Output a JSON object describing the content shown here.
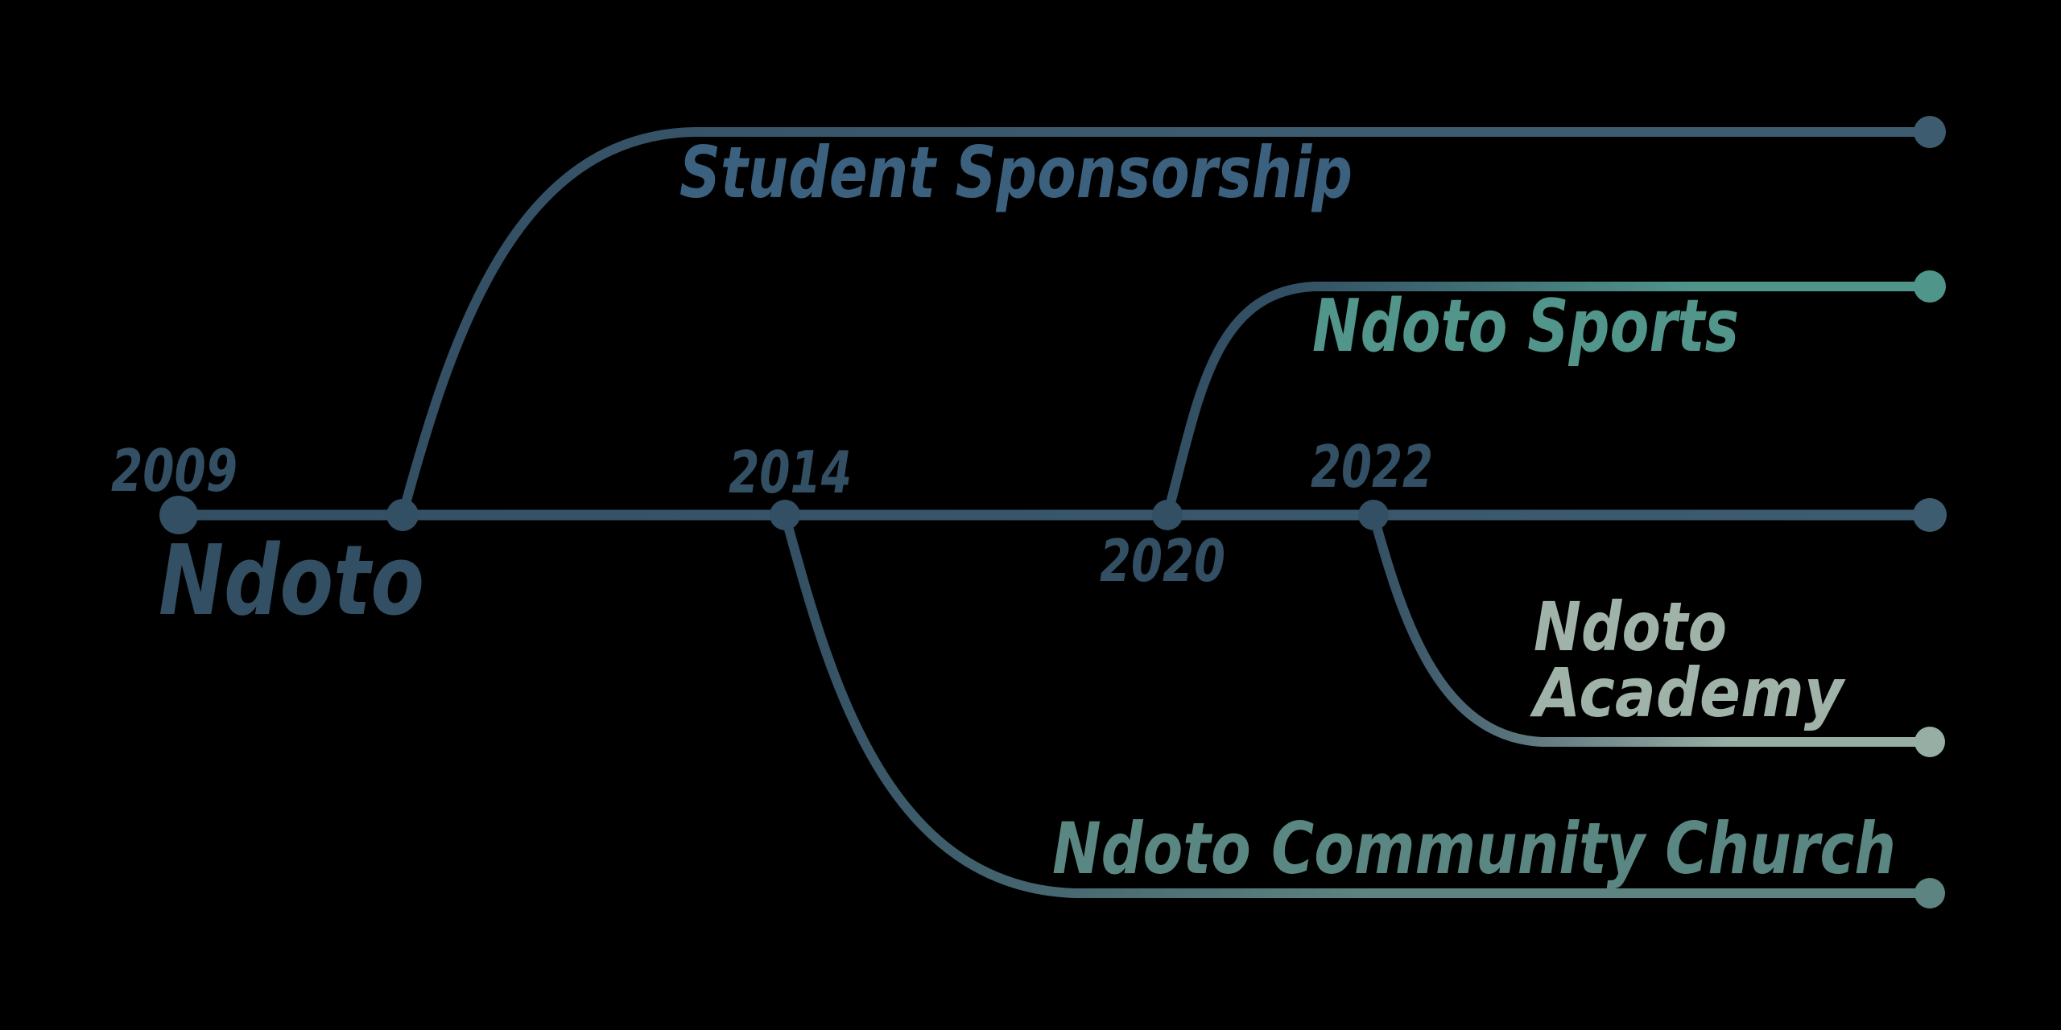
{
  "background_color": "#000000",
  "colors": {
    "dark_slate": "#334F63",
    "slate_end": "#3E5C70",
    "sponsorship_text": "#3C617E",
    "sports_text": "#52958B",
    "sports_line_end": "#4F958A",
    "academy_text": "#9FB3A9",
    "academy_line_end": "#97AEA4",
    "church_text": "#5A8781",
    "church_line_end": "#5D8480"
  },
  "labels": {
    "title": "Ndoto",
    "year_2009": "2009",
    "year_2014": "2014",
    "year_2020": "2020",
    "year_2022": "2022",
    "sponsorship": "Student Sponsorship",
    "sports": "Ndoto Sports",
    "academy_line1": "Ndoto",
    "academy_line2": "Academy",
    "church": "Ndoto Community Church"
  },
  "chart_data": {
    "type": "timeline",
    "title": "Ndoto organization branch timeline",
    "root": {
      "year": "2009",
      "label": "Ndoto"
    },
    "main_line_years": [
      "2009",
      "2014",
      "2020",
      "2022"
    ],
    "branches": [
      {
        "label": "Student Sponsorship",
        "branch_point_year": "",
        "direction": "up",
        "color": "#3C617E"
      },
      {
        "label": "Ndoto Community Church",
        "branch_point_year": "2014",
        "direction": "down",
        "color": "#5A8781"
      },
      {
        "label": "Ndoto Sports",
        "branch_point_year": "2020",
        "direction": "up",
        "color": "#52958B"
      },
      {
        "label": "Ndoto Academy",
        "branch_point_year": "2022",
        "direction": "down",
        "color": "#9FB3A9"
      }
    ],
    "legend_position": "none",
    "grid": false
  }
}
